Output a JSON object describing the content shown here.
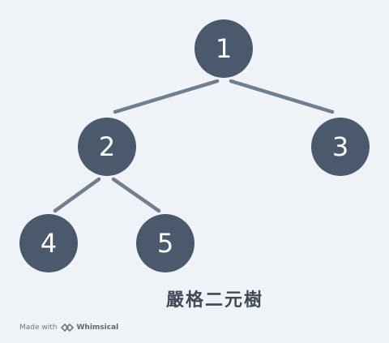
{
  "diagram": {
    "caption": "嚴格二元樹",
    "nodes": [
      {
        "id": "1",
        "label": "1"
      },
      {
        "id": "2",
        "label": "2"
      },
      {
        "id": "3",
        "label": "3"
      },
      {
        "id": "4",
        "label": "4"
      },
      {
        "id": "5",
        "label": "5"
      }
    ],
    "edges": [
      {
        "from": "1",
        "to": "2"
      },
      {
        "from": "1",
        "to": "3"
      },
      {
        "from": "2",
        "to": "4"
      },
      {
        "from": "2",
        "to": "5"
      }
    ]
  },
  "colors": {
    "background": "#eff3f7",
    "node_fill": "#4a5a6c",
    "edge": "#6f7f8e",
    "node_text": "#ffffff"
  },
  "watermark": {
    "made_with": "Made with",
    "brand": "Whimsical",
    "icon": "whimsical-logo-icon"
  }
}
